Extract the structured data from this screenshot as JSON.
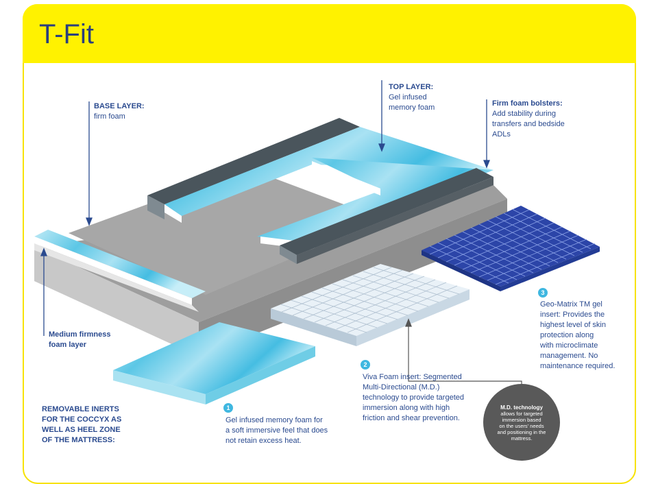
{
  "title": "T-Fit",
  "labels": {
    "base_layer": {
      "heading": "BASE LAYER:",
      "text": "firm foam"
    },
    "top_layer": {
      "heading": "TOP LAYER:",
      "line1": "Gel infused",
      "line2": "memory foam"
    },
    "bolsters": {
      "heading": "Firm foam bolsters:",
      "line1": "Add stability during",
      "line2": "transfers and bedside",
      "line3": "ADLs"
    },
    "medium": {
      "line1": "Medium firmness",
      "line2": "foam layer"
    },
    "removable": {
      "line1": "REMOVABLE INERTS",
      "line2": "FOR THE COCCYX AS",
      "line3": "WELL AS HEEL ZONE",
      "line4": "OF THE MATTRESS:"
    }
  },
  "inserts": [
    {
      "number": "1",
      "line1": "Gel infused memory foam for",
      "line2": "a soft immersive feel that does",
      "line3": "not retain excess heat."
    },
    {
      "number": "2",
      "line1": "Viva Foam insert: Segmented",
      "line2": "Multi-Directional (M.D.)",
      "line3": "technology to provide targeted",
      "line4": "immersion along with high",
      "line5": "friction and shear prevention."
    },
    {
      "number": "3",
      "line1": "Geo-Matrix TM gel",
      "line2": "insert: Provides the",
      "line3": "highest level of skin",
      "line4": "protection along",
      "line5": "with microclimate",
      "line6": "management. No",
      "line7": "maintenance required."
    }
  ],
  "md_badge": {
    "heading": "M.D. technology",
    "line1": "allows for targeted",
    "line2": "immersion based",
    "line3": "on the users' needs",
    "line4": "and positioning in the",
    "line5": "mattress."
  },
  "colors": {
    "header": "#fff200",
    "text": "#2a4a8f",
    "gel": "#7fd3ea",
    "grid": "#2b3d9a",
    "base": "#9a9a9a"
  }
}
